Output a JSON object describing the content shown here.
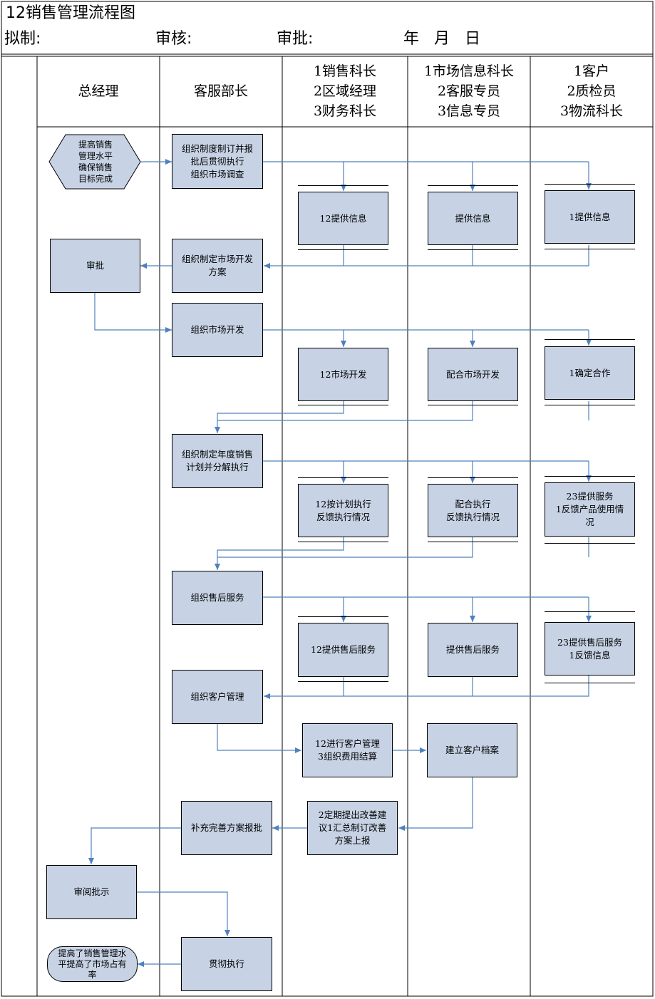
{
  "header": {
    "title": "12销售管理流程图",
    "drafted": "拟制:",
    "reviewed": "审核:",
    "approved": "审批:",
    "date": "年   月   日"
  },
  "lanes": [
    {
      "label": "总经理"
    },
    {
      "label": "客服部长"
    },
    {
      "label": "1销售科长\n2区域经理\n3财务科长"
    },
    {
      "label": "1市场信息科长\n2客服专员\n3信息专员"
    },
    {
      "label": "1客户\n2质检员\n3物流科长"
    }
  ],
  "nodes": {
    "start": "提高销售\n管理水平\n确保销售\n目标完成",
    "gm_approve": "审批",
    "gm_review": "审阅批示",
    "end": "提高了销售管理水\n平提高了市场占有\n率",
    "cs_1": "组织制度制订并报\n批后贯彻执行\n组织市场调查",
    "cs_2": "组织制定市场开发\n方案",
    "cs_3": "组织市场开发",
    "cs_4": "组织制定年度销售\n计划并分解执行",
    "cs_5": "组织售后服务",
    "cs_6": "组织客户管理",
    "cs_7": "补充完善方案报批",
    "cs_8": "贯彻执行",
    "sales_1": "12提供信息",
    "sales_2": "12市场开发",
    "sales_3": "12按计划执行\n反馈执行情况",
    "sales_4": "12提供售后服务",
    "sales_5": "12进行客户管理\n3组织费用结算",
    "sales_6": "2定期提出改善建\n议1汇总制订改善\n方案上报",
    "mkt_1": "提供信息",
    "mkt_2": "配合市场开发",
    "mkt_3": "配合执行\n反馈执行情况",
    "mkt_4": "提供售后服务",
    "mkt_5": "建立客户档案",
    "cust_1": "1提供信息",
    "cust_2": "1确定合作",
    "cust_3": "23提供服务\n1反馈产品使用情\n况",
    "cust_4": "23提供售后服务\n1反馈信息"
  },
  "colors": {
    "box_fill": "#c7d3e5",
    "arrow": "#4f81bd",
    "border": "#000000"
  }
}
